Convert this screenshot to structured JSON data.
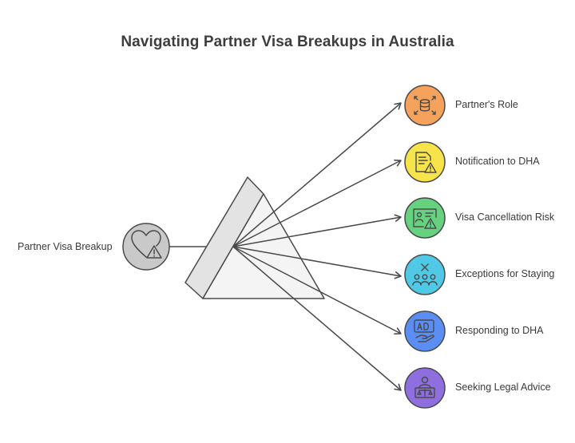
{
  "title": "Navigating Partner Visa Breakups in Australia",
  "source": {
    "label": "Partner Visa Breakup",
    "icon": "heart-warning-icon",
    "color": "#c9c9c9"
  },
  "outputs": [
    {
      "label": "Partner's Role",
      "icon": "database-arrows-icon",
      "color": "#f5a25d"
    },
    {
      "label": "Notification to DHA",
      "icon": "document-warning-icon",
      "color": "#f7e34a"
    },
    {
      "label": "Visa Cancellation Risk",
      "icon": "id-card-warning-icon",
      "color": "#66d17f"
    },
    {
      "label": "Exceptions for Staying",
      "icon": "people-cross-icon",
      "color": "#4fc9e6"
    },
    {
      "label": "Responding to DHA",
      "icon": "ad-hand-icon",
      "color": "#5b8ef5"
    },
    {
      "label": "Seeking Legal Advice",
      "icon": "legal-scales-icon",
      "color": "#8f6fe0"
    }
  ]
}
